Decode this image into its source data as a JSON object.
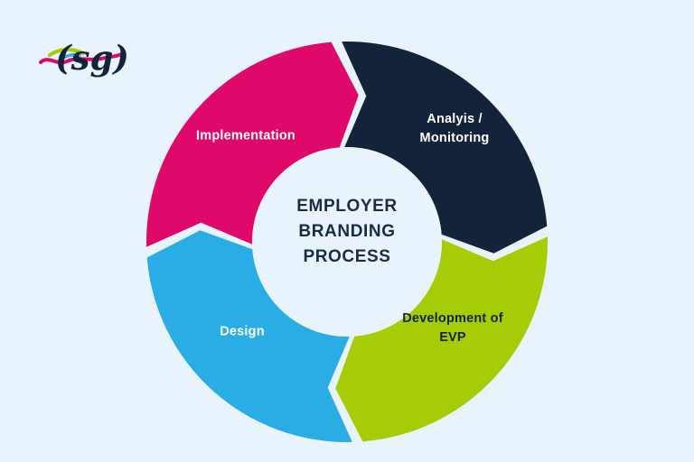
{
  "page": {
    "background": "#e9f3fb"
  },
  "logo": {
    "text": "(sg)",
    "text_color": "#13243a",
    "swoosh_green": "#a6cc06",
    "swoosh_pink": "#df096b",
    "swoosh_blue": "#29ade4"
  },
  "diagram": {
    "title_lines": [
      "EMPLOYER",
      "BRANDING",
      "PROCESS"
    ],
    "title_color": "#182c47",
    "inner_circle_color": "#e9f3fb",
    "segments": [
      {
        "id": "implementation",
        "label": "Implementation",
        "color": "#df096b",
        "label_color": "#ffffff"
      },
      {
        "id": "analysis-monitoring",
        "label": "Analyis / Monitoring",
        "color": "#13243a",
        "label_color": "#ffffff"
      },
      {
        "id": "development-of-evp",
        "label": "Development of EVP",
        "color": "#a6cc06",
        "label_color": "#13243a"
      },
      {
        "id": "design",
        "label": "Design",
        "color": "#29ade4",
        "label_color": "#ffffff"
      }
    ]
  }
}
